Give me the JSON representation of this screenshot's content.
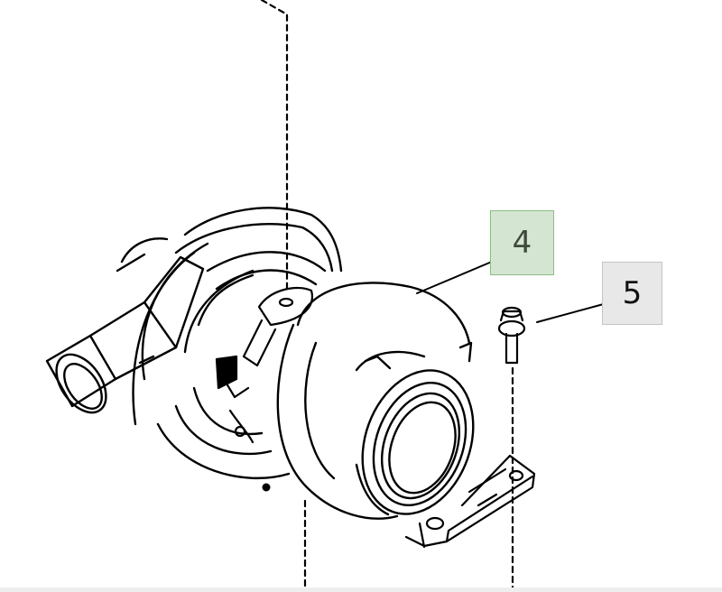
{
  "diagram": {
    "type": "exploded-parts-illustration",
    "subject": "turbocharger assembly",
    "callouts": [
      {
        "id": "4",
        "label": "4",
        "part": "turbocharger",
        "box_color": "#d4e6d1",
        "border_color": "#8cbc86"
      },
      {
        "id": "5",
        "label": "5",
        "part": "flange bolt",
        "box_color": "#e8e8e8",
        "border_color": "#c4c4c4"
      }
    ],
    "line_color": "#000000",
    "background": "#ffffff"
  }
}
